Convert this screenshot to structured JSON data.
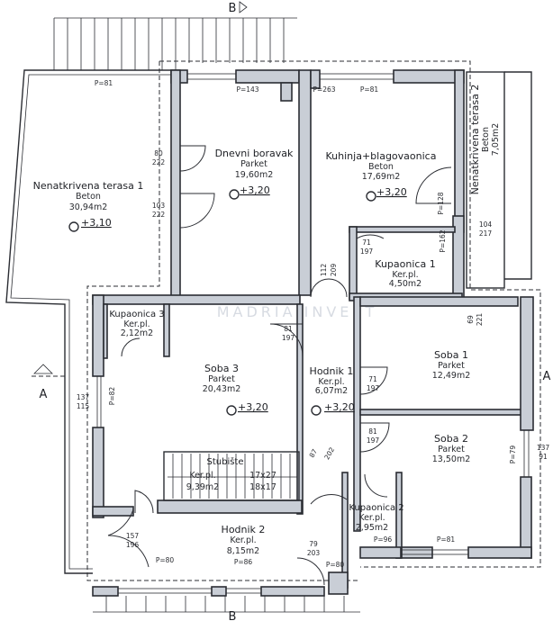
{
  "plan": {
    "watermark": "MADRIA INVEST",
    "sections": {
      "top": "B",
      "bottom": "B",
      "left": "A",
      "right": "A"
    },
    "rooms": {
      "terasa1": {
        "name": "Nenatkrivena terasa 1",
        "floor": "Beton",
        "area": "30,94m2",
        "level": "+3,10"
      },
      "dnevni": {
        "name": "Dnevni boravak",
        "floor": "Parket",
        "area": "19,60m2",
        "level": "+3,20"
      },
      "kuhinja": {
        "name": "Kuhinja+blagovaonica",
        "floor": "Beton",
        "area": "17,69m2",
        "level": "+3,20"
      },
      "terasa2": {
        "name": "Nenatkrivena terasa 2",
        "floor": "Beton",
        "area": "7,05m2"
      },
      "kupaonica1": {
        "name": "Kupaonica 1",
        "floor": "Ker.pl.",
        "area": "4,50m2"
      },
      "kupaonica3": {
        "name": "Kupaonica 3",
        "floor": "Ker.pl.",
        "area": "2,12m2"
      },
      "soba3": {
        "name": "Soba 3",
        "floor": "Parket",
        "area": "20,43m2",
        "level": "+3,20"
      },
      "hodnik1": {
        "name": "Hodnik 1",
        "floor": "Ker.pl.",
        "area": "6,07m2",
        "level": "+3,20"
      },
      "soba1": {
        "name": "Soba 1",
        "floor": "Parket",
        "area": "12,49m2"
      },
      "soba2": {
        "name": "Soba 2",
        "floor": "Parket",
        "area": "13,50m2"
      },
      "stubiste": {
        "name": "Stubište",
        "floor": "Ker.pl.",
        "area": "9,39m2",
        "steps1": "17x27",
        "steps2": "18x17"
      },
      "kupaonica2": {
        "name": "Kupaonica 2",
        "floor": "Ker.pl.",
        "area": "2,95m2"
      },
      "hodnik2": {
        "name": "Hodnik 2",
        "floor": "Ker.pl.",
        "area": "8,15m2"
      }
    },
    "dims": {
      "p81_t1": "P=81",
      "p143": "P=143",
      "p263": "P=263",
      "p81_k": "P=81",
      "d80": "80",
      "d222a": "222",
      "d103": "103",
      "d222b": "222",
      "d104": "104",
      "d217": "217",
      "p128": "P=128",
      "p162": "P=162",
      "d71a": "71",
      "d197a": "197",
      "d112": "112",
      "d209": "209",
      "d81a": "81",
      "d197b": "197",
      "d69": "69",
      "d221": "221",
      "d71b": "71",
      "d197c": "197",
      "d81b": "81",
      "d197d": "197",
      "d87": "87",
      "d202": "202",
      "d137r": "137",
      "d91r": "91",
      "p79": "P=79",
      "d137l": "137",
      "d115l": "115",
      "p82": "P=82",
      "d157": "157",
      "d196": "196",
      "d79": "79",
      "d203": "203",
      "p80a": "P=80",
      "p86": "P=86",
      "p80b": "P=80",
      "p96": "P=96",
      "p81_s2": "P=81"
    }
  }
}
